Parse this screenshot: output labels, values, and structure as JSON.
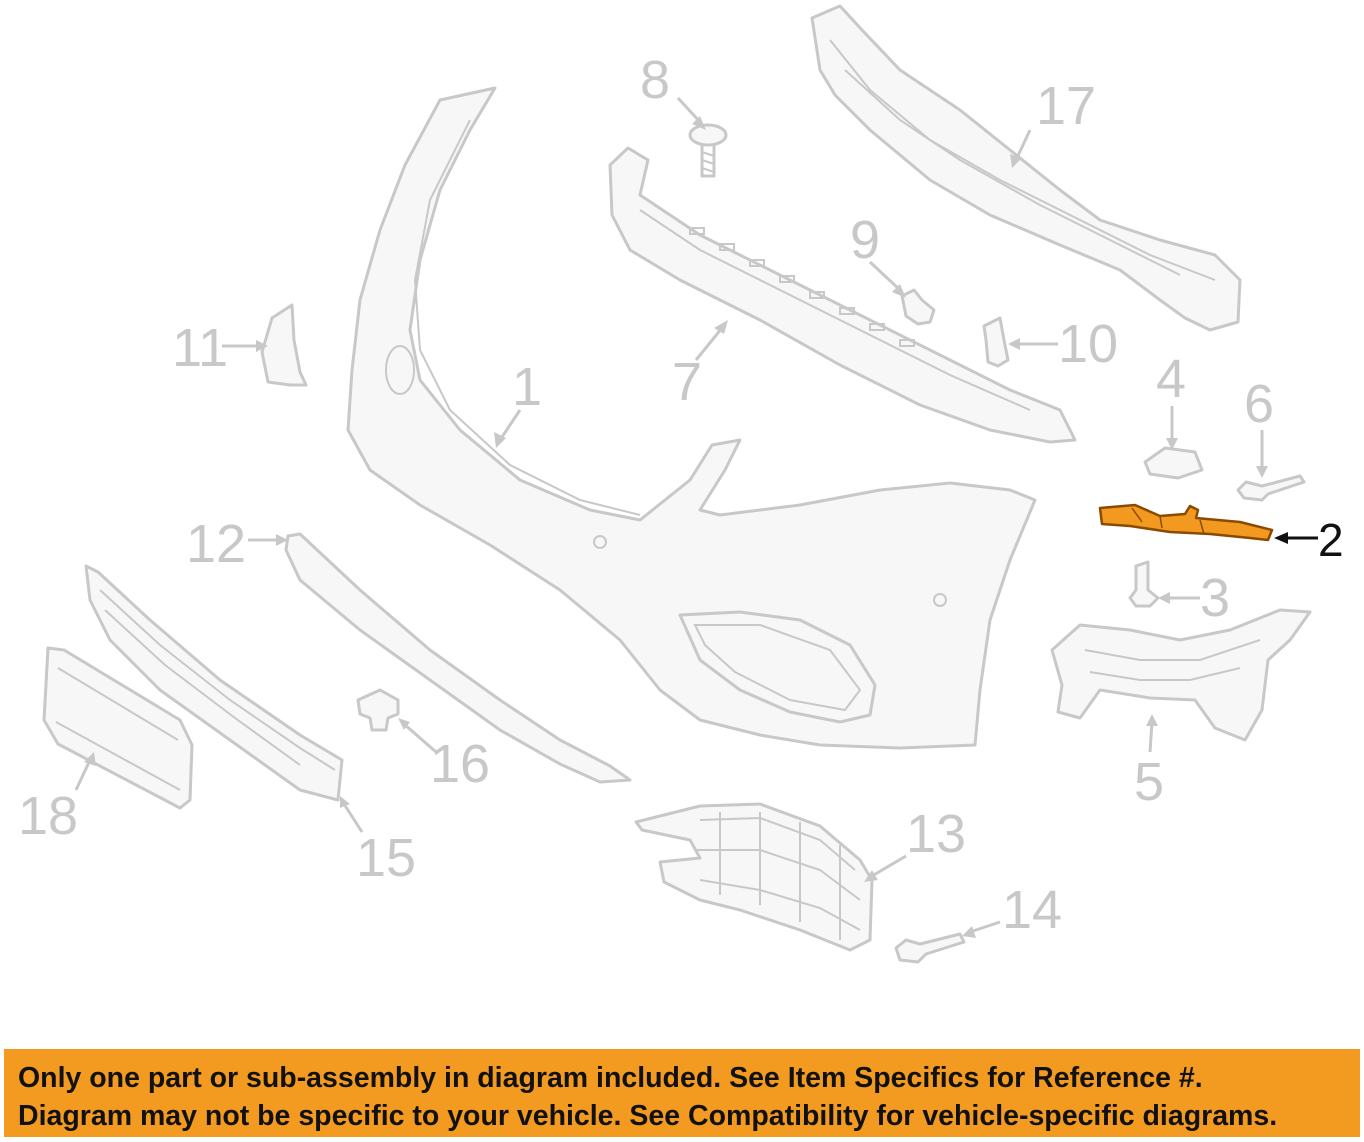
{
  "callouts": {
    "c1": "1",
    "c2": "2",
    "c3": "3",
    "c4": "4",
    "c5": "5",
    "c6": "6",
    "c7": "7",
    "c8": "8",
    "c9": "9",
    "c10": "10",
    "c11": "11",
    "c12": "12",
    "c13": "13",
    "c14": "14",
    "c15": "15",
    "c16": "16",
    "c17": "17",
    "c18": "18"
  },
  "highlighted_item": "2",
  "colors": {
    "highlight": "#f29a1f",
    "outline": "#c8c8c8",
    "banner": "#f39a20",
    "text_dark": "#111111"
  },
  "notice": {
    "line1": "Only one part or sub-assembly in diagram included. See Item Specifics for Reference #.",
    "line2": "Diagram may not be specific to your vehicle. See Compatibility for vehicle-specific diagrams."
  }
}
